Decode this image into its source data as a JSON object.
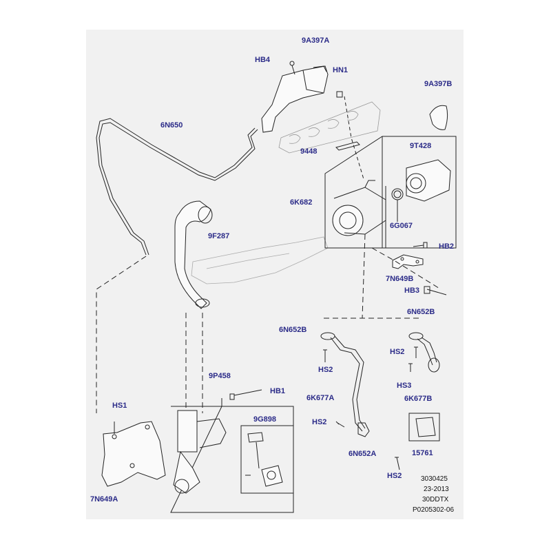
{
  "colors": {
    "panel_background": "#f1f1f1",
    "callout_text": "#2b2b88",
    "line_art": "#222222"
  },
  "callouts": {
    "c_9A397A": "9A397A",
    "c_HB4": "HB4",
    "c_HN1": "HN1",
    "c_9A397B": "9A397B",
    "c_6N650": "6N650",
    "c_9448": "9448",
    "c_9T428": "9T428",
    "c_6K682": "6K682",
    "c_6G067": "6G067",
    "c_HB2": "HB2",
    "c_9F287": "9F287",
    "c_7N649B": "7N649B",
    "c_HB3": "HB3",
    "c_6N652B_left": "6N652B",
    "c_6N652B_right": "6N652B",
    "c_HS2_a": "HS2",
    "c_HS2_b": "HS2",
    "c_HS3": "HS3",
    "c_6K677A": "6K677A",
    "c_6K677B": "6K677B",
    "c_9P458": "9P458",
    "c_HB1": "HB1",
    "c_HS1": "HS1",
    "c_9G898": "9G898",
    "c_HS2_c": "HS2",
    "c_6N652A": "6N652A",
    "c_15761": "15761",
    "c_HS2_d": "HS2",
    "c_7N649A": "7N649A"
  },
  "footer": {
    "code": "3030425",
    "date": "23-2013",
    "engine": "30DDTX",
    "ref": "P0205302-06"
  }
}
